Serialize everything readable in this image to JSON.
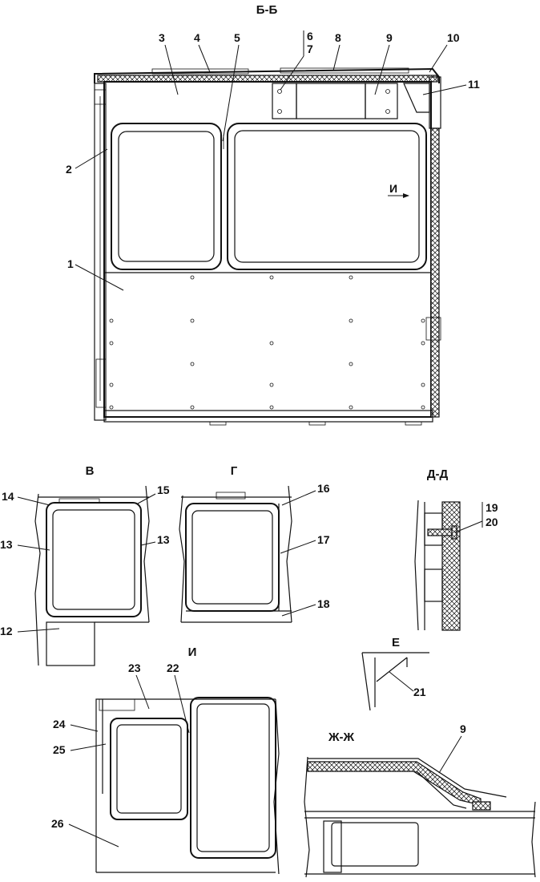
{
  "views": {
    "bb": {
      "title": "Б-Б"
    },
    "v": {
      "title": "В"
    },
    "g": {
      "title": "Г"
    },
    "dd": {
      "title": "Д-Д"
    },
    "e": {
      "title": "Е"
    },
    "i": {
      "title": "И"
    },
    "zhzh": {
      "title": "Ж-Ж"
    }
  },
  "view_arrow": {
    "label": "И"
  },
  "labels": {
    "n1": "1",
    "n2": "2",
    "n3": "3",
    "n4": "4",
    "n5": "5",
    "n6": "6",
    "n7": "7",
    "n8": "8",
    "n9": "9",
    "n9b": "9",
    "n10": "10",
    "n11": "11",
    "n12": "12",
    "n13a": "13",
    "n13b": "13",
    "n14": "14",
    "n15": "15",
    "n16": "16",
    "n17": "17",
    "n18": "18",
    "n19": "19",
    "n20": "20",
    "n21": "21",
    "n22": "22",
    "n23": "23",
    "n24": "24",
    "n25": "25",
    "n26": "26"
  },
  "colors": {
    "line": "#111111",
    "background": "#ffffff"
  }
}
